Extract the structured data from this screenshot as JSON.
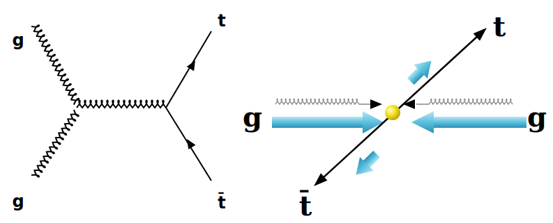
{
  "diagram": {
    "labels": [
      "g",
      "g",
      "t",
      "t̄",
      "t",
      "g",
      "g",
      "t̄"
    ]
  }
}
